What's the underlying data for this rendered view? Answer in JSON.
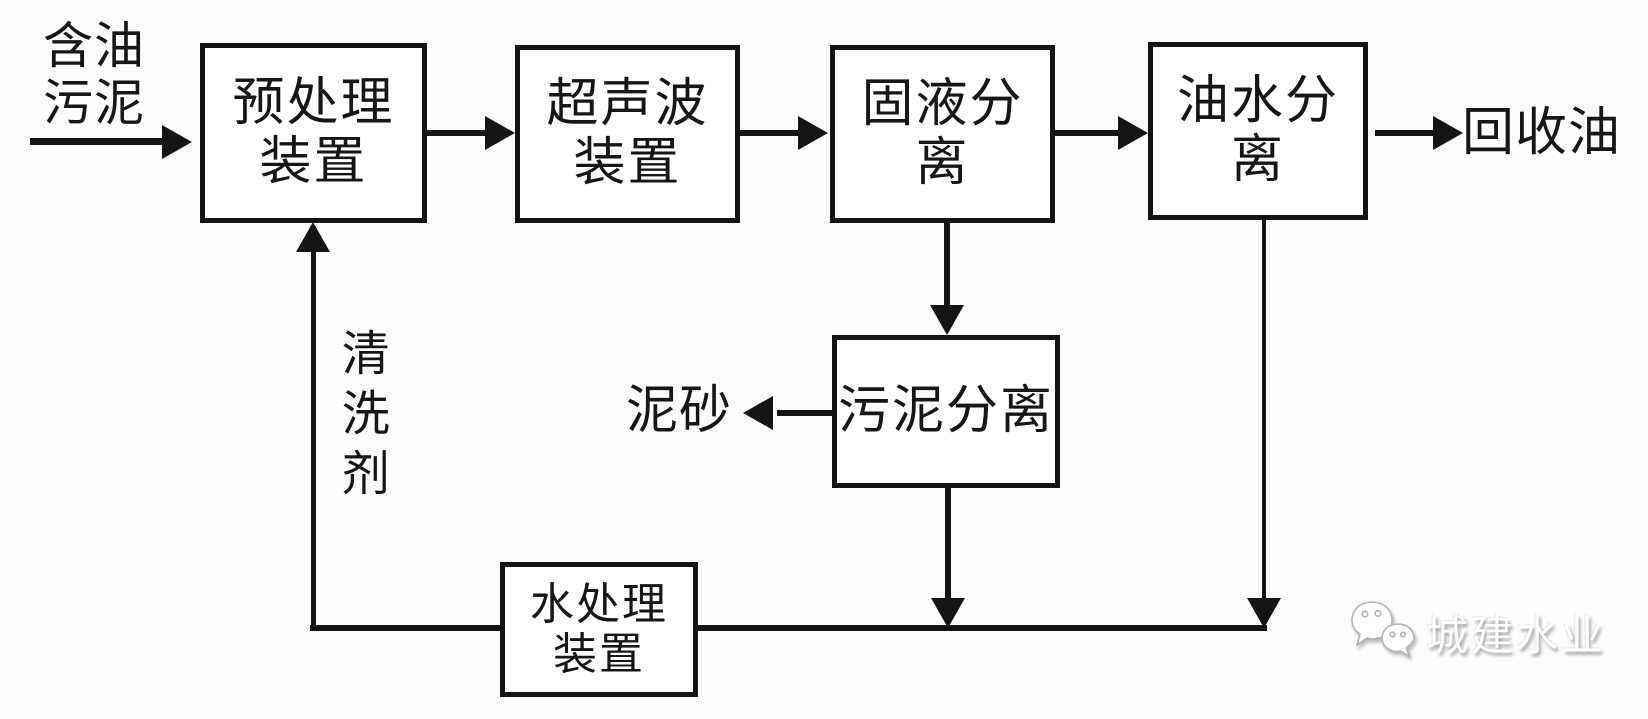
{
  "diagram": {
    "input_label": "含油\n污泥",
    "nodes": {
      "pretreatment": "预处理\n装置",
      "ultrasonic": "超声波\n装置",
      "solid_liquid": "固液分离",
      "oil_water": "油水分离",
      "sludge_sep": "污泥分离",
      "water_treatment": "水处理\n装置"
    },
    "outputs": {
      "recovered_oil": "回收油",
      "sand": "泥砂"
    },
    "recycle_label": "清洗剂"
  },
  "watermark": {
    "icon": "wechat-logo-icon",
    "text": "城建水业"
  },
  "colors": {
    "line": "#141414",
    "background": "#fcfcfc",
    "watermark_text": "#ffffff",
    "watermark_shadow": "#a3a3a3"
  }
}
